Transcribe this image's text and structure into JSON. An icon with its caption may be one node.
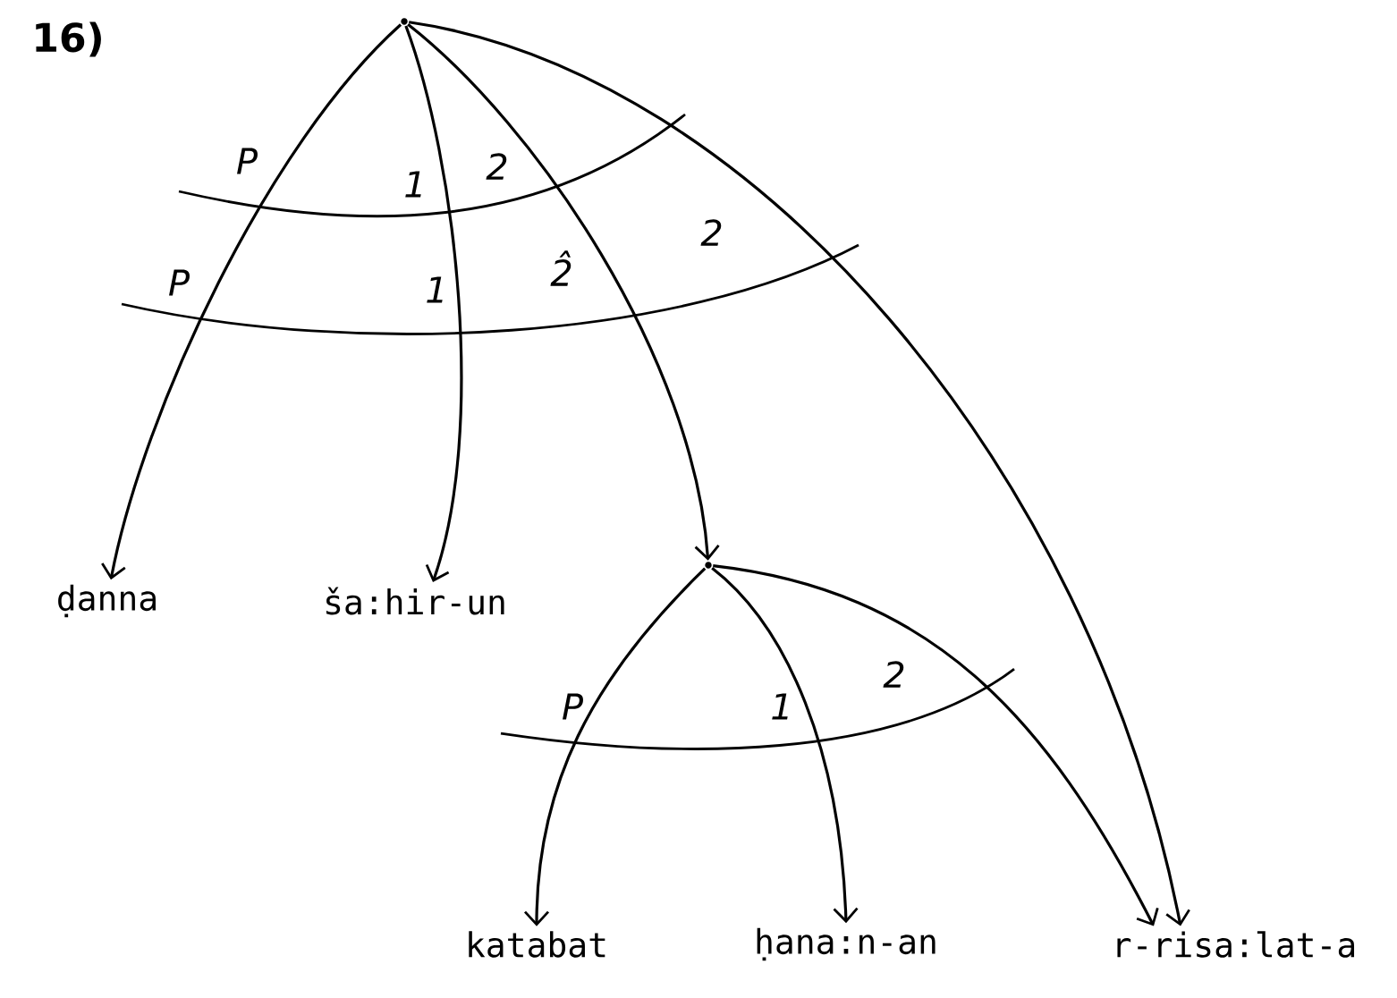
{
  "diagram": {
    "nodes": [
      {
        "text": [],
        "shape": "dot"
      },
      {
        "text": [
          "ḍanna"
        ]
      },
      {
        "text": [
          "ša:hir-un"
        ]
      },
      {
        "text": [],
        "shape": "dot"
      },
      {
        "text": [
          "katabat"
        ]
      },
      {
        "text": [
          "ḥana:n-an"
        ]
      },
      {
        "text": [
          "r-risa:lat-a"
        ]
      }
    ],
    "edges": [
      {
        "from": 0,
        "to": 1,
        "arrow": "to"
      },
      {
        "from": 0,
        "to": 2,
        "arrow": "to"
      },
      {
        "from": 0,
        "to": 3,
        "arrow": "to"
      },
      {
        "from": 0,
        "to": 6,
        "arrow": "to"
      },
      {
        "from": 3,
        "to": 4,
        "arrow": "to"
      },
      {
        "from": 3,
        "to": 5,
        "arrow": "to"
      },
      {
        "from": 3,
        "to": 6,
        "arrow": "to"
      }
    ],
    "labels": [
      "16)",
      "P",
      "1",
      "2",
      "2",
      "P",
      "1",
      "2̂",
      "P",
      "1",
      "2"
    ]
  }
}
